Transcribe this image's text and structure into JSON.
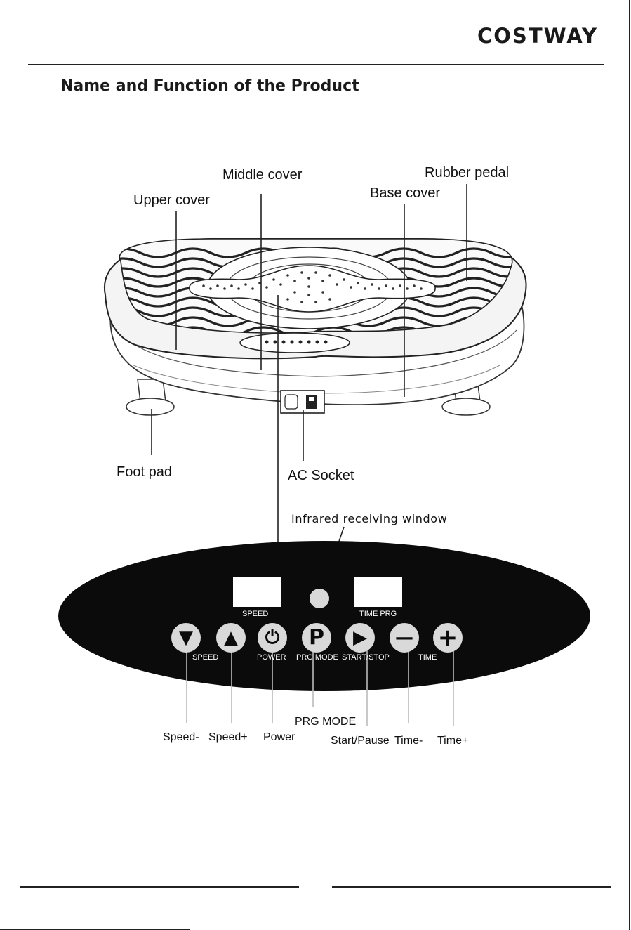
{
  "header": {
    "brand": "COSTWAY",
    "title": "Name and Function of the Product"
  },
  "product_labels": {
    "upper_cover": "Upper cover",
    "middle_cover": "Middle cover",
    "base_cover": "Base cover",
    "rubber_pedal": "Rubber pedal",
    "foot_pad": "Foot pad",
    "ac_socket": "AC Socket",
    "infrared_window": "Infrared receiving window"
  },
  "panel": {
    "background": "#0b0b0b",
    "display_speed_label": "SPEED",
    "display_time_label": "TIME PRG",
    "buttons": [
      {
        "symbol": "▼",
        "label": "SPEED",
        "icon": "triangle-down-icon"
      },
      {
        "symbol": "▲",
        "label": "",
        "icon": "triangle-up-icon"
      },
      {
        "symbol": "⏻",
        "label": "POWER",
        "icon": "power-icon"
      },
      {
        "symbol": "P",
        "label": "PRG MODE",
        "icon": "p-letter-icon"
      },
      {
        "symbol": "▶",
        "label": "START/STOP",
        "icon": "play-pause-icon"
      },
      {
        "symbol": "—",
        "label": "TIME",
        "icon": "minus-icon"
      },
      {
        "symbol": "+",
        "label": "",
        "icon": "plus-icon"
      }
    ]
  },
  "callouts": {
    "speed_minus": "Speed-",
    "speed_plus": "Speed+",
    "power": "Power",
    "prg_mode": "PRG MODE",
    "start_pause": "Start/Pause",
    "time_minus": "Time-",
    "time_plus": "Time+"
  },
  "colors": {
    "ink": "#1a1a1a",
    "panel_button": "#d9d9d9"
  }
}
